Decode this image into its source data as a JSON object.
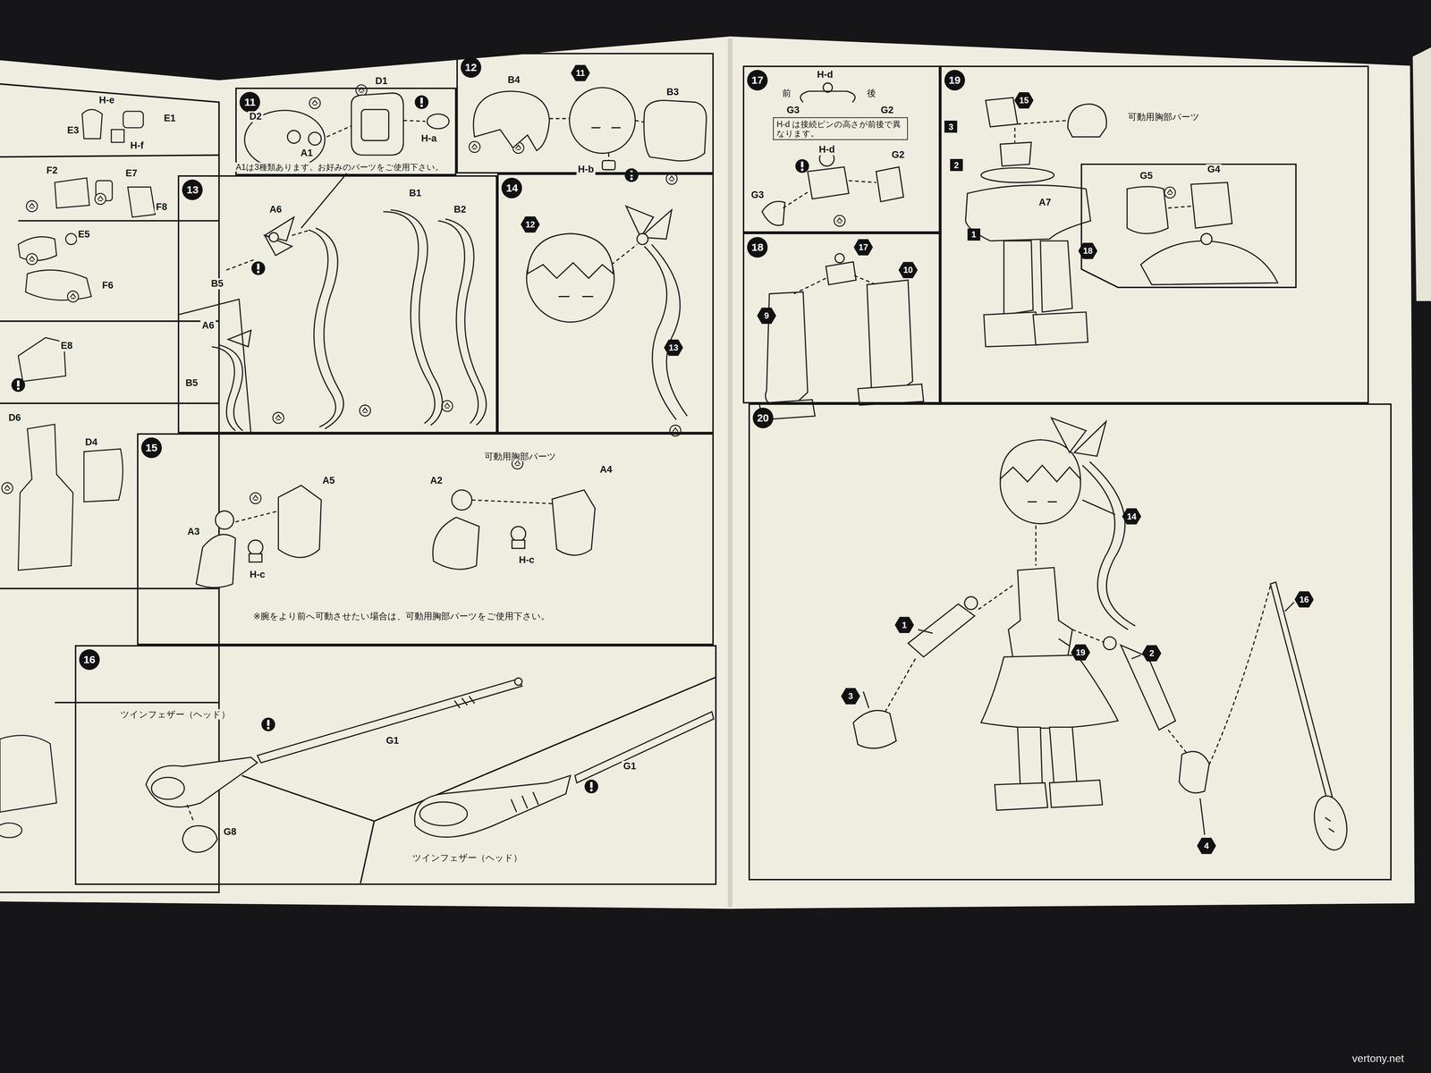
{
  "diagram": {
    "nodes": [
      {
        "text": [
          "11"
        ]
      },
      {
        "text": [
          "12"
        ]
      },
      {
        "text": [
          "13"
        ]
      },
      {
        "text": [
          "14"
        ]
      },
      {
        "text": [
          "15"
        ]
      },
      {
        "text": [
          "16"
        ]
      },
      {
        "text": [
          "17"
        ]
      },
      {
        "text": [
          "18"
        ]
      },
      {
        "text": [
          "19"
        ]
      },
      {
        "text": [
          "20"
        ]
      }
    ],
    "labels": [
      "H-e",
      "E1",
      "E3",
      "H-f",
      "F2",
      "E7",
      "F8",
      "E5",
      "F6",
      "E8",
      "D6",
      "D4",
      "D2",
      "D1",
      "H-a",
      "A1",
      "A1は3種類あります。お好みのパーツをご使用下さい。",
      "B4",
      "11",
      "B3",
      "H-b",
      "A6",
      "B1",
      "B2",
      "B5",
      "A6",
      "B5",
      "12",
      "13",
      "A5",
      "A3",
      "H-c",
      "可動用胸部パーツ",
      "A2",
      "A4",
      "H-c",
      "※腕をより前へ可動させたい場合は、可動用胸部パーツをご使用下さい。",
      "ツインフェザー（ヘッド）",
      "G1",
      "G8",
      "G1",
      "ツインフェザー（ヘッド）",
      "H-d",
      "前",
      "後",
      "G3",
      "G2",
      "H-d は接続ピンの高さが前後で異なります。",
      "H-d",
      "G2",
      "G3",
      "17",
      "9",
      "10",
      "15",
      "可動用胸部パーツ",
      "3",
      "2",
      "A7",
      "1",
      "18",
      "G5",
      "G4",
      "14",
      "1",
      "19",
      "2",
      "16",
      "3",
      "4",
      "vertony.net"
    ]
  }
}
